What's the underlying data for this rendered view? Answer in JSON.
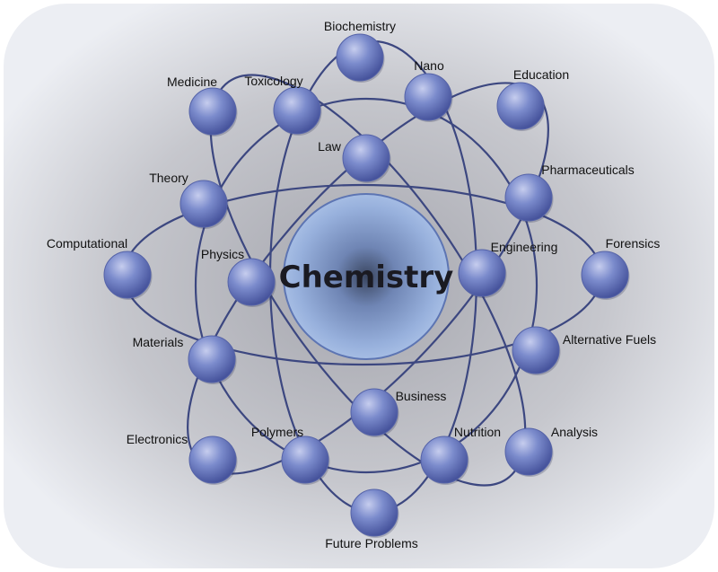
{
  "center": {
    "label": "Chemistry"
  },
  "nodes": [
    {
      "id": "biochemistry",
      "label": "Biochemistry"
    },
    {
      "id": "nano",
      "label": "Nano"
    },
    {
      "id": "education",
      "label": "Education"
    },
    {
      "id": "medicine",
      "label": "Medicine"
    },
    {
      "id": "toxicology",
      "label": "Toxicology"
    },
    {
      "id": "law",
      "label": "Law"
    },
    {
      "id": "theory",
      "label": "Theory"
    },
    {
      "id": "pharmaceuticals",
      "label": "Pharmaceuticals"
    },
    {
      "id": "computational",
      "label": "Computational"
    },
    {
      "id": "physics",
      "label": "Physics"
    },
    {
      "id": "engineering",
      "label": "Engineering"
    },
    {
      "id": "forensics",
      "label": "Forensics"
    },
    {
      "id": "materials",
      "label": "Materials"
    },
    {
      "id": "alternative-fuels",
      "label": "Alternative Fuels"
    },
    {
      "id": "business",
      "label": "Business"
    },
    {
      "id": "electronics",
      "label": "Electronics"
    },
    {
      "id": "polymers",
      "label": "Polymers"
    },
    {
      "id": "nutrition",
      "label": "Nutrition"
    },
    {
      "id": "analysis",
      "label": "Analysis"
    },
    {
      "id": "future-problems",
      "label": "Future Problems"
    }
  ],
  "colors": {
    "background_outer": "#f2f3f7",
    "background_inner": "#a9a9b1",
    "node_fill": "#6f7fc2",
    "node_highlight": "#c3cbeb",
    "node_shadow": "#3d4a8c",
    "orbit": "#3c4780",
    "center_fill": "#8ea6d4",
    "center_edge": "#5d75b3"
  }
}
